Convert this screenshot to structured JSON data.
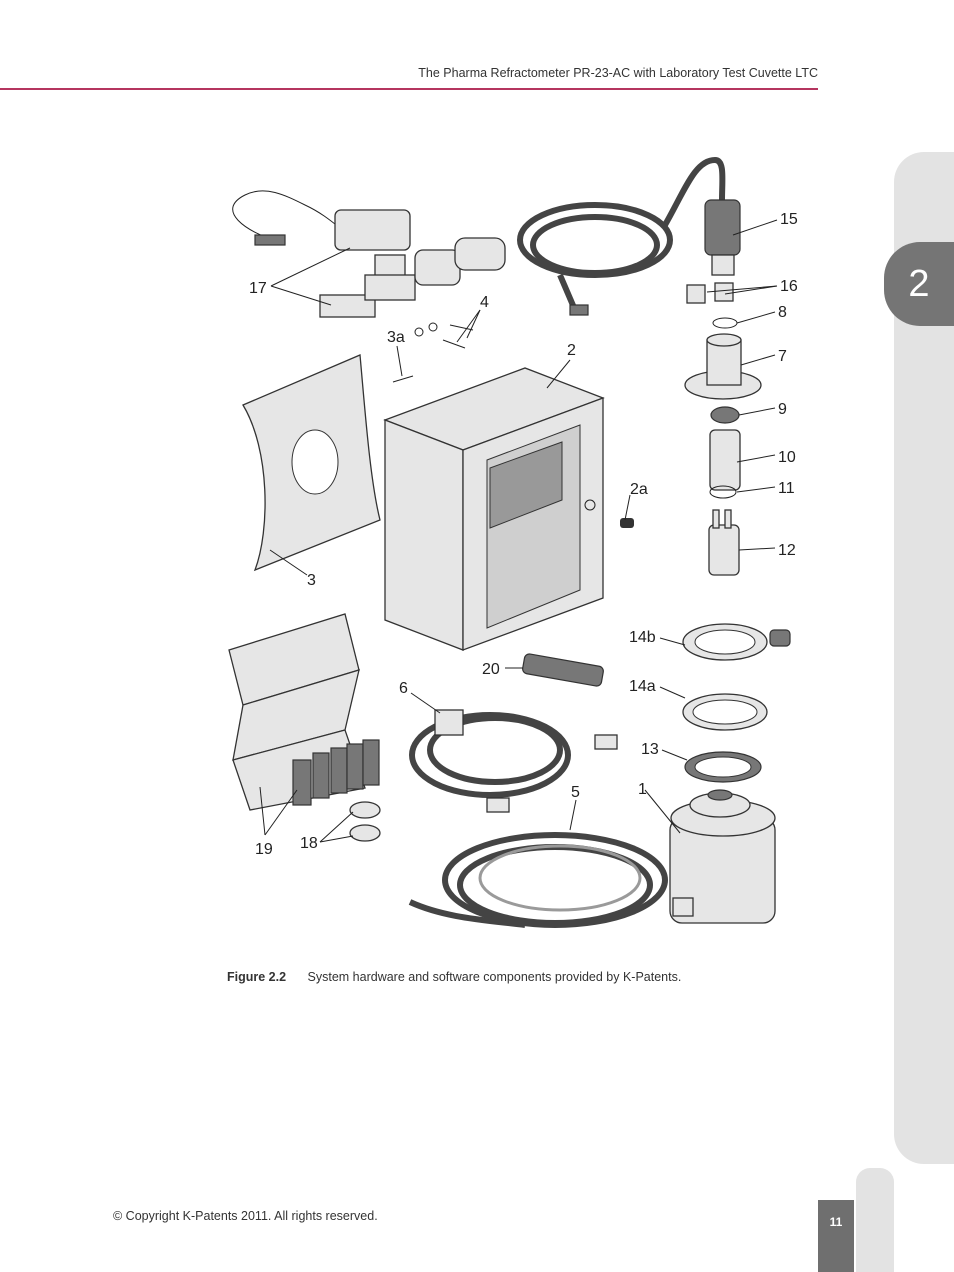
{
  "header": {
    "title": "The Pharma Refractometer PR-23-AC with Laboratory Test Cuvette LTC"
  },
  "chapter_tab": "2",
  "figure": {
    "labels": {
      "l1": "1",
      "l2": "2",
      "l2a": "2a",
      "l3": "3",
      "l3a": "3a",
      "l4": "4",
      "l5": "5",
      "l6": "6",
      "l7": "7",
      "l8": "8",
      "l9": "9",
      "l10": "10",
      "l11": "11",
      "l12": "12",
      "l13": "13",
      "l14a": "14a",
      "l14b": "14b",
      "l15": "15",
      "l16": "16",
      "l17": "17",
      "l18": "18",
      "l19": "19",
      "l20": "20"
    },
    "caption_label": "Figure 2.2",
    "caption_text": "System hardware and software components provided by K-Patents."
  },
  "footer": {
    "copyright": "© Copyright K-Patents 2011. All rights reserved.",
    "page_number": "11"
  }
}
